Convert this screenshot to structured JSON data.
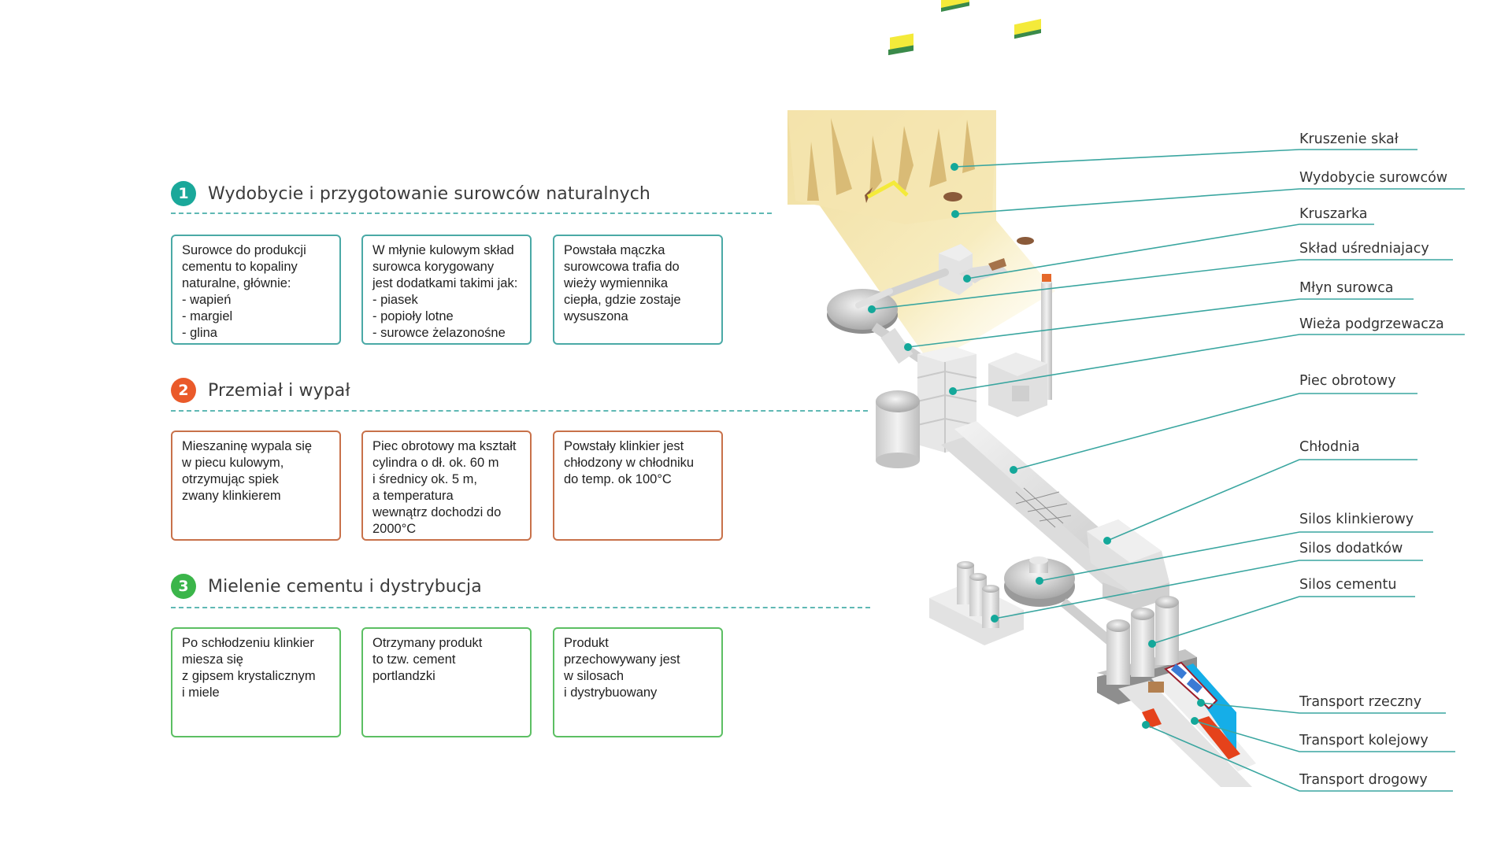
{
  "sections": [
    {
      "number": "1",
      "title": "Wydobycie i przygotowanie surowców naturalnych",
      "color": "#1aa89a",
      "box_border": "#4aa9a6",
      "boxes": [
        "Surowce do produkcji\ncementu to kopaliny\nnaturalne, głównie:\n - wapień\n - margiel\n - glina",
        "W młynie kulowym skład\nsurowca korygowany\njest dodatkami takimi jak:\n - piasek\n - popioły lotne\n - surowce żelazonośne",
        "Powstała mączka\nsurowcowa trafia do\nwieży wymiennika\nciepła, gdzie zostaje\nwysuszona"
      ]
    },
    {
      "number": "2",
      "title": "Przemiał i wypał",
      "color": "#ea5a2a",
      "box_border": "#c8714a",
      "boxes": [
        "Mieszaninę wypala się\nw piecu kulowym,\notrzymując spiek\nzwany klinkierem",
        "Piec obrotowy ma kształt\ncylindra o dł. ok. 60 m\ni średnicy ok. 5 m,\na temperatura\nwewnątrz dochodzi do\n2000°C",
        "Powstały klinkier jest\nchłodzony w chłodniku\ndo temp. ok 100°C"
      ]
    },
    {
      "number": "3",
      "title": "Mielenie cementu i dystrybucja",
      "color": "#3bb54a",
      "box_border": "#5cbf63",
      "boxes": [
        "Po schłodzeniu klinkier\nmiesza się\nz gipsem krystalicznym\ni miele",
        "Otrzymany produkt\nto tzw. cement\nportlandzki",
        "Produkt\nprzechowywany jest\nw silosach\ni dystrybuowany"
      ]
    }
  ],
  "diagram_labels": [
    "Kruszenie skał",
    "Wydobycie surowców",
    "Kruszarka",
    "Skład uśredniajacy",
    "Młyn surowca",
    "Wieża podgrzewacza",
    "Piec obrotowy",
    "Chłodnia",
    "Silos klinkierowy",
    "Silos dodatków",
    "Silos cementu",
    "Transport rzeczny",
    "Transport kolejowy",
    "Transport drogowy"
  ],
  "colors": {
    "leader_line": "#3aa6a0",
    "leader_dot": "#14a89a",
    "quarry": "#f3e3a6",
    "water": "#15aee8",
    "vehicle": "#f4ea3a",
    "train": "#e5421b"
  }
}
